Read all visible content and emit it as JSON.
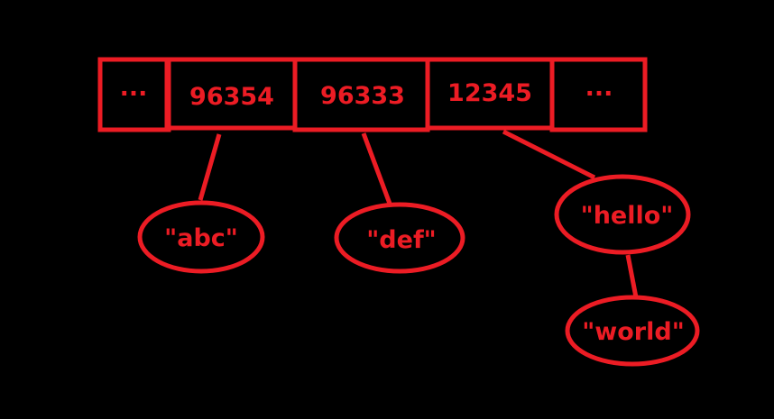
{
  "diagram": {
    "stroke_color": "#ec1c24",
    "background": "#000000",
    "cells": [
      "...",
      "96354",
      "96333",
      "12345",
      "..."
    ],
    "nodes": {
      "abc": "\"abc\"",
      "def": "\"def\"",
      "hello": "\"hello\"",
      "world": "\"world\""
    },
    "links": [
      {
        "from": "96354",
        "to": "\"abc\""
      },
      {
        "from": "96333",
        "to": "\"def\""
      },
      {
        "from": "12345",
        "to": "\"hello\""
      },
      {
        "from": "\"hello\"",
        "to": "\"world\""
      }
    ]
  }
}
